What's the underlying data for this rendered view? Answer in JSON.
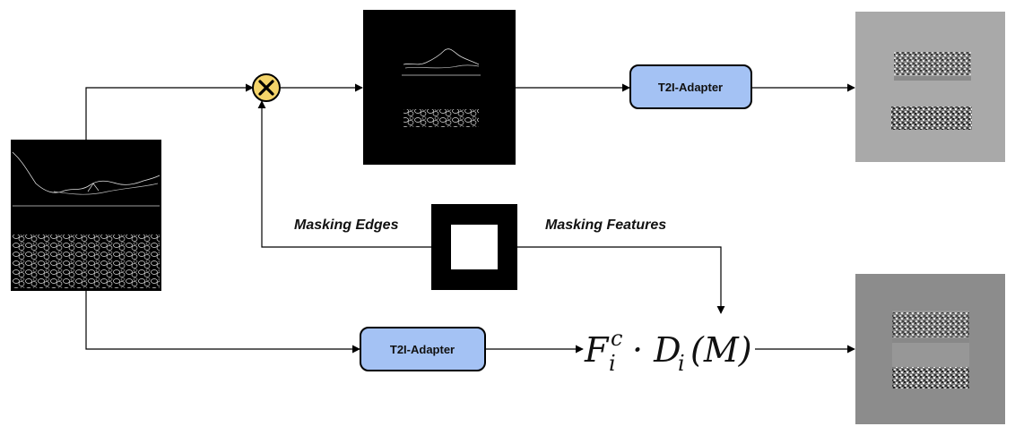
{
  "adapters": {
    "top_label": "T2I-Adapter",
    "bottom_label": "T2I-Adapter",
    "fill_color": "#a4c2f4"
  },
  "multiply_node": {
    "icon": "multiply-icon",
    "fill_color": "#f4d46a"
  },
  "labels": {
    "masking_edges": "Masking Edges",
    "masking_features": "Masking Features"
  },
  "formula": {
    "base": "F",
    "sub_i": "i",
    "sup_c": "c",
    "rest": "· D",
    "sub_i2": "i",
    "arg": "(M)"
  },
  "images": {
    "edge_map": "edge-map-image",
    "masked_edges": "masked-edge-image",
    "mask": "mask-image",
    "output_top": "feature-output-top-image",
    "output_bottom": "feature-output-bottom-image"
  }
}
